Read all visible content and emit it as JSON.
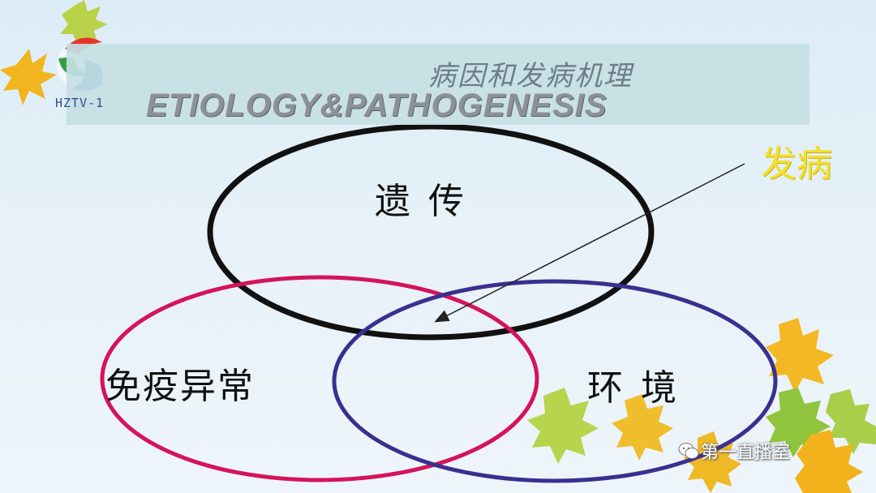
{
  "logo": {
    "text": "HZTV-1"
  },
  "title": {
    "chinese": "病因和发病机理",
    "english": "ETIOLOGY&PATHOGENESIS"
  },
  "venn": {
    "heredity_label": "遗传",
    "immune_label": "免疫异常",
    "environment_label": "环境",
    "colors": {
      "heredity": "#111111",
      "immune": "#d4145a",
      "environment": "#3a2f8f"
    }
  },
  "annotation": {
    "onset_label": "发病"
  },
  "watermark": {
    "text": "第一直播室"
  },
  "icons": [
    "tv-station-logo",
    "maple-leaf-decoration",
    "wechat-icon",
    "arrow"
  ]
}
